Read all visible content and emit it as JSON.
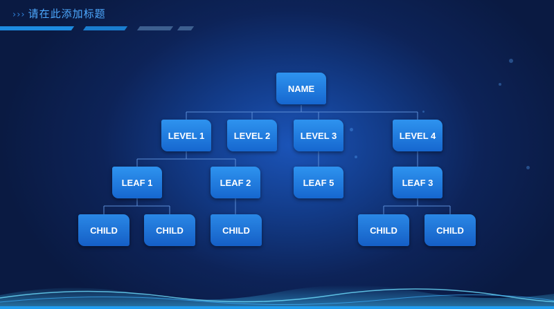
{
  "header": {
    "chevrons": "›››",
    "title": "请在此添加标题"
  },
  "diagram": {
    "root": "NAME",
    "levels": [
      "LEVEL 1",
      "LEVEL 2",
      "LEVEL 3",
      "LEVEL 4"
    ],
    "leaves": [
      "LEAF 1",
      "LEAF 2",
      "LEAF 5",
      "LEAF 3"
    ],
    "children": [
      "CHILD",
      "CHILD",
      "CHILD",
      "CHILD",
      "CHILD"
    ]
  },
  "colors": {
    "node": "#1e7fe0",
    "connector": "#5d8fd8",
    "header_text": "#4da9ff",
    "accent_stripe": "#1d8be0"
  }
}
